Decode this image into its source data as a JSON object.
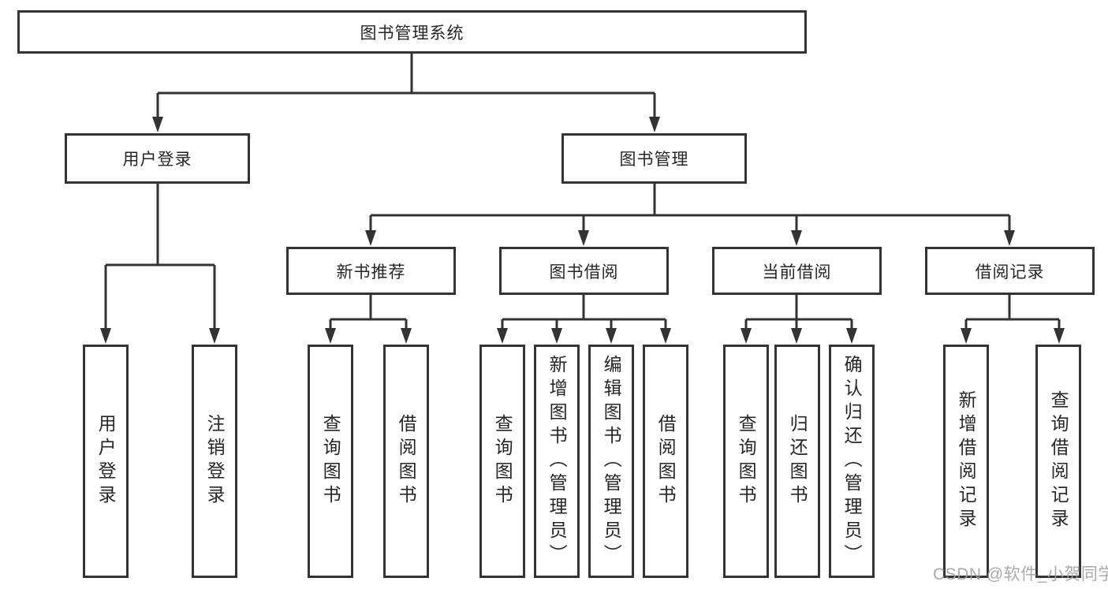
{
  "diagram": {
    "root": "图书管理系统",
    "level1": {
      "user_login": "用户登录",
      "book_mgmt": "图书管理"
    },
    "user_login_children": [
      "用户登录",
      "注销登录"
    ],
    "level2": {
      "new_book": "新书推荐",
      "book_borrow": "图书借阅",
      "current_borrow": "当前借阅",
      "borrow_records": "借阅记录"
    },
    "new_book_children": [
      "查询图书",
      "借阅图书"
    ],
    "book_borrow_children": [
      "查询图书",
      "新增图书（管理员）",
      "编辑图书（管理员）",
      "借阅图书"
    ],
    "current_borrow_children": [
      "查询图书",
      "归还图书",
      "确认归还（管理员）"
    ],
    "borrow_records_children": [
      "新增借阅记录",
      "查询借阅记录"
    ]
  },
  "watermark": "CSDN @软件_小贺同学",
  "colors": {
    "line": "#333333",
    "box_border": "#333333",
    "text": "#262626",
    "watermark": "#9e9e9e",
    "background": "#ffffff"
  }
}
